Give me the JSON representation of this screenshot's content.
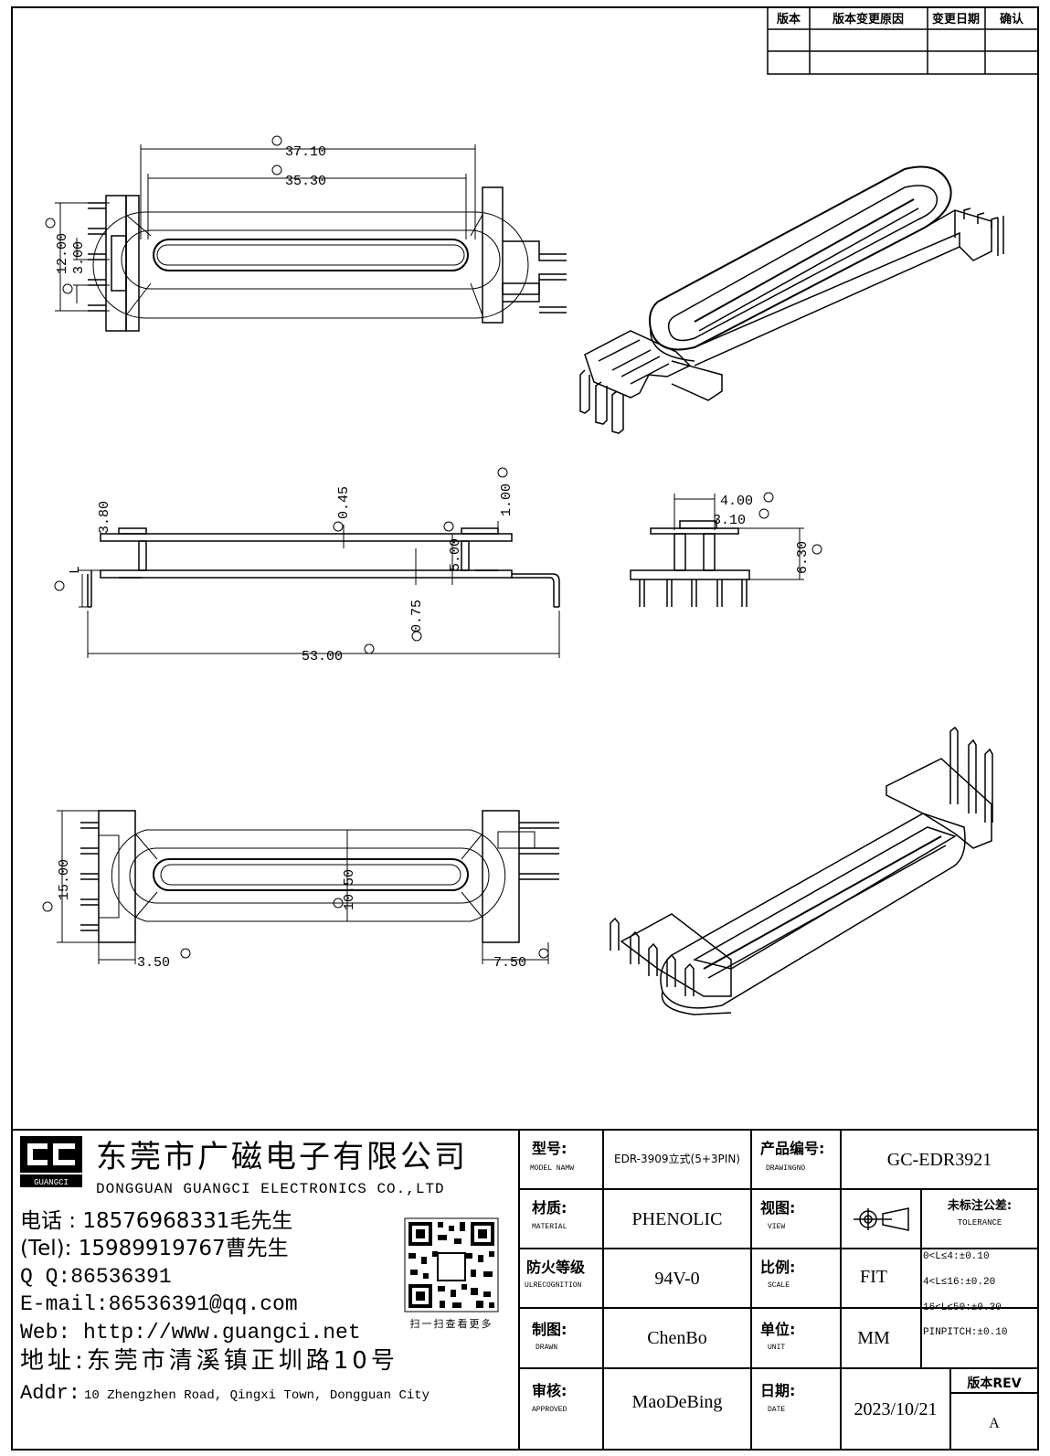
{
  "revision_table": {
    "headers": [
      "版本",
      "版本变更原因",
      "变更日期",
      "确认"
    ]
  },
  "dimensions": {
    "d37": "37.10",
    "d35": "35.30",
    "d12": "12.00",
    "d3": "3.00",
    "d380": "3.80",
    "d045": "0.45",
    "d100": "1.00",
    "d500": "5.00",
    "d075": "0.75",
    "d53": "53.00",
    "L": "L",
    "d400": "4.00",
    "d310": "3.10",
    "d630": "6.30",
    "d15": "15.00",
    "d1050": "10.50",
    "d350": "3.50",
    "d750": "7.50"
  },
  "company": {
    "logo_text": "GUANGCI",
    "name_cn": "东莞市广磁电子有限公司",
    "name_en": "DONGGUAN GUANGCI ELECTRONICS CO.,LTD",
    "tel1": "电话 : 18576968331毛先生",
    "tel2": "(Tel): 15989919767曹先生",
    "qq": "Q Q:86536391",
    "email": "E-mail:86536391@qq.com",
    "web": "Web: http://www.guangci.net",
    "addr_cn": "地址:东莞市清溪镇正圳路10号",
    "addr_en_label": "Addr:",
    "addr_en": "10 Zhengzhen Road, Qingxi Town, Dongguan City",
    "qr_caption": "扫一扫查看更多"
  },
  "title_block": {
    "model_label": "型号:",
    "model_label_en": "MODEL NAMW",
    "model_value": "EDR-3909立式(5+3PIN)",
    "product_label": "产品编号:",
    "product_label_en": "DRAWINGNO",
    "product_value": "GC-EDR3921",
    "material_label": "材质:",
    "material_label_en": "MATERIAL",
    "material_value": "PHENOLIC",
    "view_label": "视图:",
    "view_label_en": "VIEW",
    "tolerance_label": "未标注公差:",
    "tolerance_label_en": "TOLERANCE",
    "fire_label": "防火等级",
    "fire_label_en": "ULRECOGNITION",
    "fire_value": "94V-0",
    "scale_label": "比例:",
    "scale_label_en": "SCALE",
    "scale_value": "FIT",
    "drawn_label": "制图:",
    "drawn_label_en": "DRAWN",
    "drawn_value": "ChenBo",
    "unit_label": "单位:",
    "unit_label_en": "UNIT",
    "unit_value": "MM",
    "approved_label": "审核:",
    "approved_label_en": "APPROVED",
    "approved_value": "MaoDeBing",
    "date_label": "日期:",
    "date_label_en": "DATE",
    "date_value": "2023/10/21",
    "rev_label": "版本REV",
    "rev_value": "A",
    "tol1": "0<L≤4:±0.10",
    "tol2": "4<L≤16:±0.20",
    "tol3": "16<L≤50:±0.30",
    "tol4": "PINPITCH:±0.10"
  }
}
